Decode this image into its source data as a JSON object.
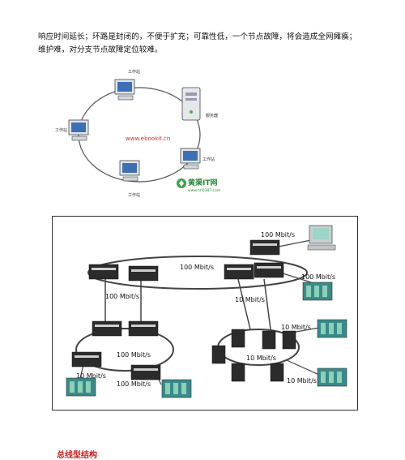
{
  "paragraph": {
    "line1": "响应时间延长；环路是封闭的，不便于扩充；可靠性低，一个节点故障，将会造成全网瘫痪；",
    "line2": "维护难，对分支节点故障定位较难。"
  },
  "ring_figure": {
    "workstation_label": "工作站",
    "server_label": "服务器",
    "watermark": "www.ebookit.cn",
    "logo_text": "黄渠IT网",
    "logo_url": "www.hh0387.com"
  },
  "network_figure": {
    "speed_100": "100 Mbit/s",
    "speed_10": "10 Mbit/s"
  },
  "section_heading": "总线型结构",
  "colors": {
    "heading": "#cc2020",
    "watermark": "#d03030",
    "logo": "#2a8a3a"
  }
}
